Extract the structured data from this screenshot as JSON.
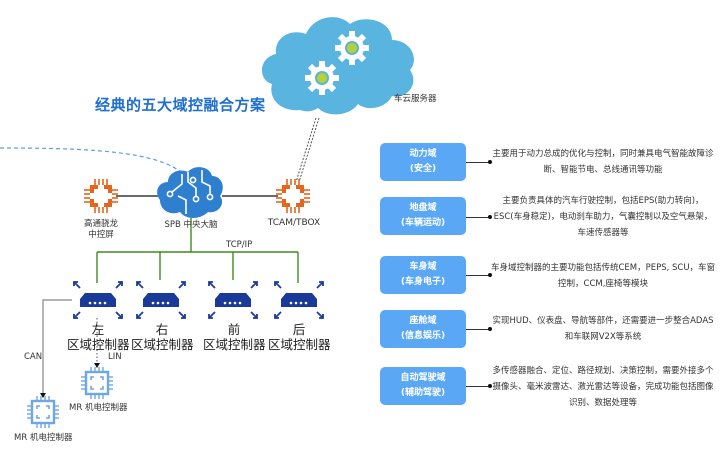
{
  "title": "经典的五大域控融合方案",
  "cloud": {
    "label": "车云服务器",
    "icon": "cloud-gears-icon"
  },
  "nodes": {
    "cockpit": {
      "label_line1": "高通骁龙",
      "label_line2": "中控屏",
      "icon": "chip-icon"
    },
    "spb": {
      "label": "SPB 中央大脑",
      "icon": "brain-circuit-icon"
    },
    "tcam": {
      "label": "TCAM/TBOX",
      "icon": "chip-icon"
    }
  },
  "bus_label": "TCP/IP",
  "zone_controllers": [
    {
      "pos": "左",
      "name": "区域控制器"
    },
    {
      "pos": "右",
      "name": "区域控制器"
    },
    {
      "pos": "前",
      "name": "区域控制器"
    },
    {
      "pos": "后",
      "name": "区域控制器"
    }
  ],
  "links": {
    "can": "CAN",
    "lin": "LIN"
  },
  "mr_controllers": [
    {
      "label": "MR 机电控制器"
    },
    {
      "label": "MR 机电控制器"
    }
  ],
  "domains": [
    {
      "name": "动力域",
      "sub": "(安全)",
      "desc": "主要用于动力总成的优化与控制，同时兼具电气智能故障诊断、智能节电、总线通讯等功能"
    },
    {
      "name": "地盘域",
      "sub": "(车辆运动)",
      "desc": "主要负责具体的汽车行驶控制，包括EPS(助力转向)，ESC(车身稳定)，电动刹车助力，气囊控制以及空气悬架，车速传感器等"
    },
    {
      "name": "车身域",
      "sub": "(车身电子)",
      "desc": "车身域控制器的主要功能包括传统CEM，PEPS, SCU，车窗控制，CCM,座椅等模块"
    },
    {
      "name": "座舱域",
      "sub": "(信息娱乐)",
      "desc": "实现HUD、仪表盘、导航等部件，还需要进一步整合ADAS 和车联网V2X等系统"
    },
    {
      "name": "自动驾驶域",
      "sub": "(辅助驾驶)",
      "desc": "多传感器融合、定位、路径规划、决策控制，需要外接多个摄像头、毫米波雷达、激光雷达等设备，完成功能包括图像识别、数据处理等"
    }
  ],
  "colors": {
    "title": "#1f6fd0",
    "cloud": "#5ab4e0",
    "gear_center": "#b5d334",
    "chip_orange": "#e3661c",
    "brain": "#2f7fd0",
    "zone_icon": "#1a3a9a",
    "mr_chip": "#6fa6e6",
    "bus_green": "#3e8a1e",
    "domain_box": "#5aa7f5"
  }
}
